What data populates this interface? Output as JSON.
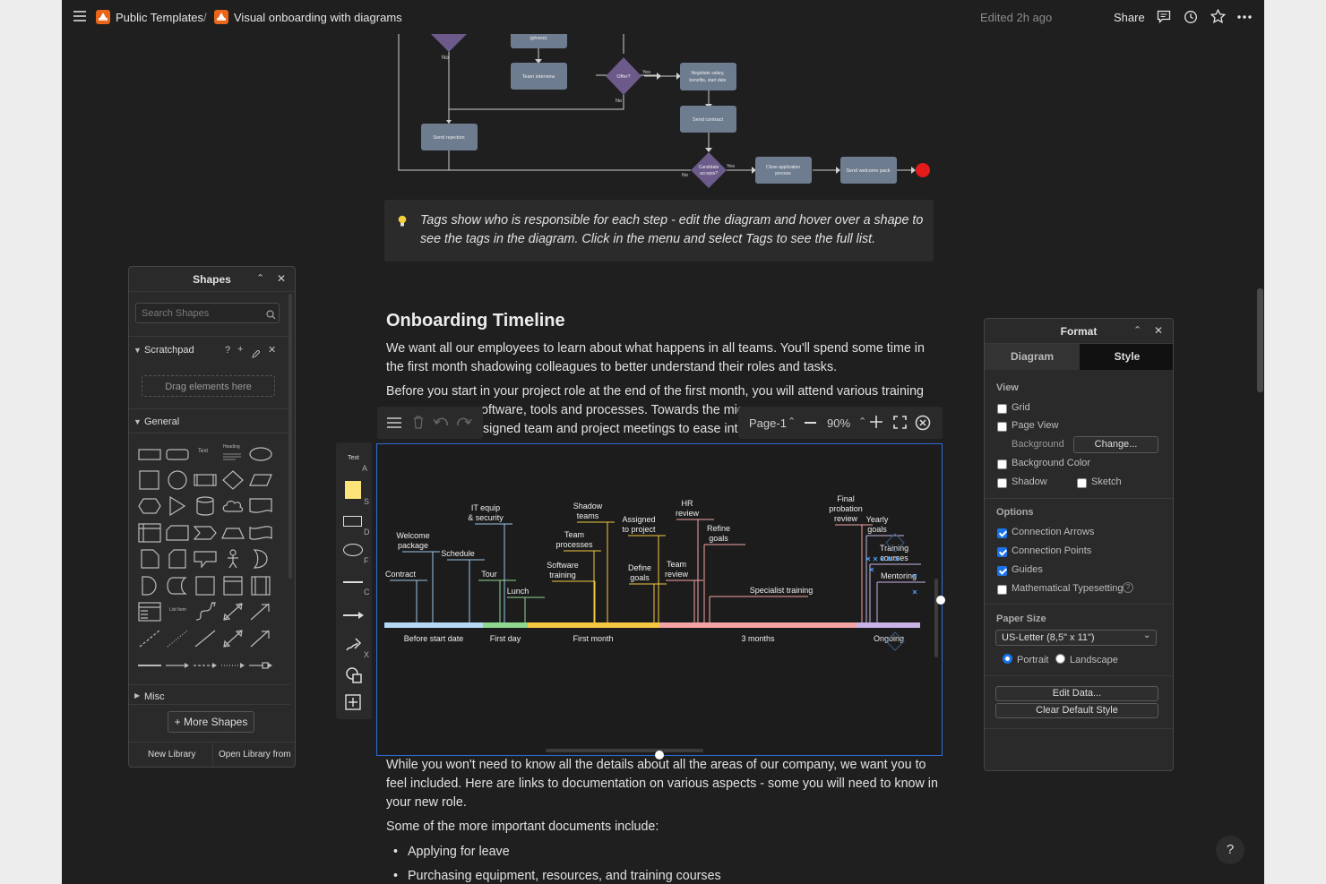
{
  "topbar": {
    "workspace": "Public Templates",
    "separator": "/",
    "page_title": "Visual onboarding with diagrams",
    "edited": "Edited 2h ago",
    "share": "Share"
  },
  "flowchart": {
    "phone": "(phone)",
    "team_interview": "Team interview",
    "offer": "Offer?",
    "yes": "Yes",
    "no": "No",
    "negotiate": "Negotiate salary, benefits, start date",
    "send_contract": "Send contract",
    "send_rejection": "Send rejection",
    "candidate_accepts": "Candidate accepts?",
    "close_app": "Close application process",
    "welcome_pack": "Send welcome pack"
  },
  "callout": {
    "line1": "Tags show who is responsible for each step - edit the diagram and hover over a shape to",
    "line2": "see the tags in the diagram. Click in the menu and select Tags to see the full list."
  },
  "doc": {
    "heading": "Onboarding Timeline",
    "p1a": "We want all our employees to learn about what happens in all teams. You'll spend some time in",
    "p1b": "the first month shadowing colleagues to better understand their roles and tasks.",
    "p2a": "Before you start in your project role at the end of the first month, you will attend various training",
    "p2b": "oftware, tools and processes. Towards the mic",
    "p2c": "signed team and project meetings to ease int",
    "p3a": "While you won't need to know all the details about all the areas of our company, we want you to",
    "p3b": "feel included. Here are links to documentation on various aspects - some you will need to know in",
    "p3c": "your new role.",
    "p4": "Some of the more important documents include:",
    "bullets": [
      "Applying for leave",
      "Purchasing equipment, resources, and training courses"
    ]
  },
  "editor_toolbar": {
    "page": "Page-1",
    "zoom": "90%"
  },
  "vtools": [
    "Text",
    "A",
    "S",
    "D",
    "F",
    "C",
    "X"
  ],
  "timeline": {
    "phases": [
      "Before start date",
      "First day",
      "First month",
      "3 months",
      "Ongoing"
    ],
    "events": [
      {
        "label": [
          "Contract"
        ]
      },
      {
        "label": [
          "Welcome",
          "package"
        ]
      },
      {
        "label": [
          "IT equip",
          "& security"
        ]
      },
      {
        "label": [
          "Schedule"
        ]
      },
      {
        "label": [
          "Tour"
        ]
      },
      {
        "label": [
          "Lunch"
        ]
      },
      {
        "label": [
          "Software",
          "training"
        ]
      },
      {
        "label": [
          "Team",
          "processes"
        ]
      },
      {
        "label": [
          "Shadow",
          "teams"
        ]
      },
      {
        "label": [
          "Assigned",
          "to project"
        ]
      },
      {
        "label": [
          "Define",
          "goals"
        ]
      },
      {
        "label": [
          "HR",
          "review"
        ]
      },
      {
        "label": [
          "Team",
          "review"
        ]
      },
      {
        "label": [
          "Refine",
          "goals"
        ]
      },
      {
        "label": [
          "Specialist training"
        ]
      },
      {
        "label": [
          "Final",
          "probation",
          "review"
        ]
      },
      {
        "label": [
          "Yearly",
          "goals"
        ]
      },
      {
        "label": [
          "Training",
          "courses"
        ]
      },
      {
        "label": [
          "Mentoring"
        ]
      }
    ],
    "colors": {
      "before": "#b8d9f5",
      "first_day": "#8fd88f",
      "first_month": "#f5c842",
      "three_months": "#f5a3a3",
      "ongoing": "#c9b3e6"
    }
  },
  "shapes_panel": {
    "title": "Shapes",
    "search_placeholder": "Search Shapes",
    "scratchpad": "Scratchpad",
    "drag_hint": "Drag elements here",
    "general": "General",
    "misc": "Misc",
    "more_shapes": "More Shapes",
    "new_library": "New Library",
    "open_library": "Open Library from",
    "tiny_text": "Text",
    "tiny_heading": "Heading",
    "tiny_list": "List Item"
  },
  "format_panel": {
    "title": "Format",
    "tab_diagram": "Diagram",
    "tab_style": "Style",
    "view": "View",
    "grid": "Grid",
    "page_view": "Page View",
    "background": "Background",
    "change": "Change...",
    "background_color": "Background Color",
    "shadow": "Shadow",
    "sketch": "Sketch",
    "options": "Options",
    "connection_arrows": "Connection Arrows",
    "connection_points": "Connection Points",
    "guides": "Guides",
    "math": "Mathematical Typesetting",
    "paper_size": "Paper Size",
    "paper_value": "US-Letter (8,5\" x 11\")",
    "portrait": "Portrait",
    "landscape": "Landscape",
    "edit_data": "Edit Data...",
    "clear_style": "Clear Default Style"
  },
  "help": "?"
}
